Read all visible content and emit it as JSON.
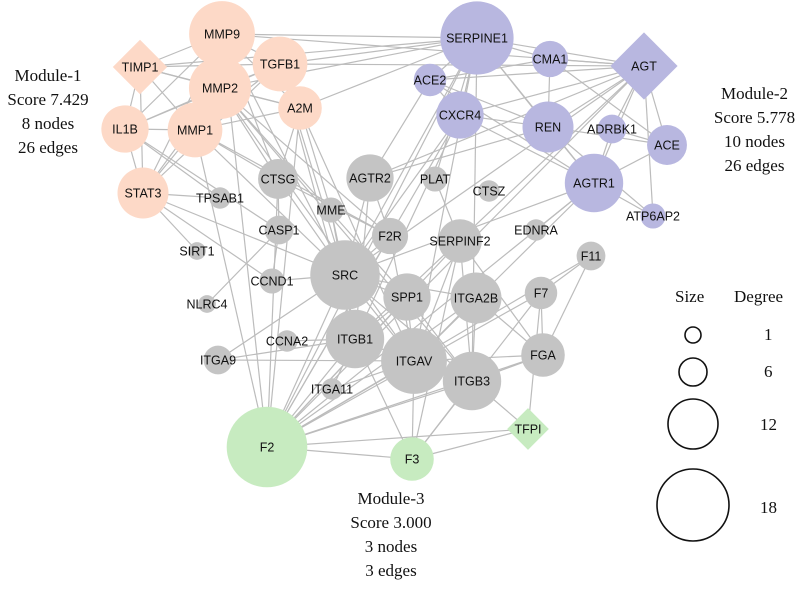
{
  "colors": {
    "module1": "#fdd9c7",
    "module2": "#b8b7e0",
    "module3": "#c7ebc0",
    "other": "#c4c4c4",
    "edge": "#bcbcbc"
  },
  "modules": [
    {
      "id": "module-1",
      "lines": [
        "Module-1",
        "Score 7.429",
        "8 nodes",
        "26 edges"
      ]
    },
    {
      "id": "module-2",
      "lines": [
        "Module-2",
        "Score 5.778",
        "10 nodes",
        "26 edges"
      ]
    },
    {
      "id": "module-3",
      "lines": [
        "Module-3",
        "Score 3.000",
        "3 nodes",
        "3 edges"
      ]
    }
  ],
  "legend": {
    "size_header": "Size",
    "degree_header": "Degree",
    "items": [
      {
        "degree": "1"
      },
      {
        "degree": "6"
      },
      {
        "degree": "12"
      },
      {
        "degree": "18"
      }
    ]
  },
  "nodes": [
    {
      "id": "MMP9",
      "group": "module1",
      "shape": "circle",
      "degree": 14
    },
    {
      "id": "TIMP1",
      "group": "module1",
      "shape": "diamond",
      "degree": 9
    },
    {
      "id": "TGFB1",
      "group": "module1",
      "shape": "circle",
      "degree": 11
    },
    {
      "id": "MMP2",
      "group": "module1",
      "shape": "circle",
      "degree": 13
    },
    {
      "id": "IL1B",
      "group": "module1",
      "shape": "circle",
      "degree": 9
    },
    {
      "id": "MMP1",
      "group": "module1",
      "shape": "circle",
      "degree": 11
    },
    {
      "id": "A2M",
      "group": "module1",
      "shape": "circle",
      "degree": 8
    },
    {
      "id": "STAT3",
      "group": "module1",
      "shape": "circle",
      "degree": 10
    },
    {
      "id": "SERPINE1",
      "group": "module2",
      "shape": "circle",
      "degree": 16
    },
    {
      "id": "CMA1",
      "group": "module2",
      "shape": "circle",
      "degree": 6
    },
    {
      "id": "AGT",
      "group": "module2",
      "shape": "diamond",
      "degree": 12
    },
    {
      "id": "ACE2",
      "group": "module2",
      "shape": "circle",
      "degree": 5
    },
    {
      "id": "CXCR4",
      "group": "module2",
      "shape": "circle",
      "degree": 9
    },
    {
      "id": "REN",
      "group": "module2",
      "shape": "circle",
      "degree": 10
    },
    {
      "id": "ADRBK1",
      "group": "module2",
      "shape": "circle",
      "degree": 4
    },
    {
      "id": "ACE",
      "group": "module2",
      "shape": "circle",
      "degree": 7
    },
    {
      "id": "AGTR1",
      "group": "module2",
      "shape": "circle",
      "degree": 12
    },
    {
      "id": "ATP6AP2",
      "group": "module2",
      "shape": "circle",
      "degree": 3
    },
    {
      "id": "CTSG",
      "group": "other",
      "shape": "circle",
      "degree": 7
    },
    {
      "id": "AGTR2",
      "group": "other",
      "shape": "circle",
      "degree": 9
    },
    {
      "id": "PLAT",
      "group": "other",
      "shape": "circle",
      "degree": 3
    },
    {
      "id": "CTSZ",
      "group": "other",
      "shape": "circle",
      "degree": 2
    },
    {
      "id": "TPSAB1",
      "group": "other",
      "shape": "circle",
      "degree": 2
    },
    {
      "id": "MME",
      "group": "other",
      "shape": "circle",
      "degree": 3
    },
    {
      "id": "CASP1",
      "group": "other",
      "shape": "circle",
      "degree": 4
    },
    {
      "id": "F2R",
      "group": "other",
      "shape": "circle",
      "degree": 6
    },
    {
      "id": "SERPINF2",
      "group": "other",
      "shape": "circle",
      "degree": 8
    },
    {
      "id": "EDNRA",
      "group": "other",
      "shape": "circle",
      "degree": 2
    },
    {
      "id": "SIRT1",
      "group": "other",
      "shape": "circle",
      "degree": 1
    },
    {
      "id": "F11",
      "group": "other",
      "shape": "circle",
      "degree": 4
    },
    {
      "id": "CCND1",
      "group": "other",
      "shape": "circle",
      "degree": 3
    },
    {
      "id": "SRC",
      "group": "other",
      "shape": "circle",
      "degree": 15
    },
    {
      "id": "NLRC4",
      "group": "other",
      "shape": "circle",
      "degree": 1
    },
    {
      "id": "SPP1",
      "group": "other",
      "shape": "circle",
      "degree": 9
    },
    {
      "id": "ITGA2B",
      "group": "other",
      "shape": "circle",
      "degree": 10
    },
    {
      "id": "F7",
      "group": "other",
      "shape": "circle",
      "degree": 5
    },
    {
      "id": "CCNA2",
      "group": "other",
      "shape": "circle",
      "degree": 2
    },
    {
      "id": "ITGB1",
      "group": "other",
      "shape": "circle",
      "degree": 12
    },
    {
      "id": "ITGA9",
      "group": "other",
      "shape": "circle",
      "degree": 4
    },
    {
      "id": "ITGAV",
      "group": "other",
      "shape": "circle",
      "degree": 14
    },
    {
      "id": "FGA",
      "group": "other",
      "shape": "circle",
      "degree": 8
    },
    {
      "id": "ITGA11",
      "group": "other",
      "shape": "circle",
      "degree": 2
    },
    {
      "id": "ITGB3",
      "group": "other",
      "shape": "circle",
      "degree": 12
    },
    {
      "id": "F2",
      "group": "module3",
      "shape": "circle",
      "degree": 18
    },
    {
      "id": "F3",
      "group": "module3",
      "shape": "circle",
      "degree": 8
    },
    {
      "id": "TFPI",
      "group": "module3",
      "shape": "diamond",
      "degree": 6
    }
  ],
  "edges": [
    [
      "MMP9",
      "TIMP1"
    ],
    [
      "MMP9",
      "TGFB1"
    ],
    [
      "MMP9",
      "MMP2"
    ],
    [
      "MMP9",
      "IL1B"
    ],
    [
      "MMP9",
      "MMP1"
    ],
    [
      "MMP9",
      "A2M"
    ],
    [
      "MMP9",
      "STAT3"
    ],
    [
      "MMP9",
      "SERPINE1"
    ],
    [
      "MMP9",
      "CTSG"
    ],
    [
      "MMP9",
      "SRC"
    ],
    [
      "MMP9",
      "AGT"
    ],
    [
      "MMP9",
      "F2"
    ],
    [
      "TIMP1",
      "MMP2"
    ],
    [
      "TIMP1",
      "MMP1"
    ],
    [
      "TIMP1",
      "IL1B"
    ],
    [
      "TIMP1",
      "TGFB1"
    ],
    [
      "TIMP1",
      "STAT3"
    ],
    [
      "TIMP1",
      "A2M"
    ],
    [
      "TIMP1",
      "SERPINE1"
    ],
    [
      "TGFB1",
      "MMP2"
    ],
    [
      "TGFB1",
      "MMP1"
    ],
    [
      "TGFB1",
      "IL1B"
    ],
    [
      "TGFB1",
      "STAT3"
    ],
    [
      "TGFB1",
      "SERPINE1"
    ],
    [
      "TGFB1",
      "A2M"
    ],
    [
      "TGFB1",
      "SRC"
    ],
    [
      "TGFB1",
      "ITGB1"
    ],
    [
      "TGFB1",
      "ITGAV"
    ],
    [
      "TGFB1",
      "AGT"
    ],
    [
      "MMP2",
      "MMP1"
    ],
    [
      "MMP2",
      "IL1B"
    ],
    [
      "MMP2",
      "A2M"
    ],
    [
      "MMP2",
      "STAT3"
    ],
    [
      "MMP2",
      "ITGAV"
    ],
    [
      "MMP2",
      "SERPINE1"
    ],
    [
      "MMP2",
      "SPP1"
    ],
    [
      "MMP2",
      "ITGB3"
    ],
    [
      "MMP2",
      "CTSG"
    ],
    [
      "MMP2",
      "F2R"
    ],
    [
      "IL1B",
      "MMP1"
    ],
    [
      "IL1B",
      "STAT3"
    ],
    [
      "IL1B",
      "CASP1"
    ],
    [
      "IL1B",
      "TPSAB1"
    ],
    [
      "MMP1",
      "A2M"
    ],
    [
      "MMP1",
      "STAT3"
    ],
    [
      "MMP1",
      "CTSG"
    ],
    [
      "MMP1",
      "F2"
    ],
    [
      "MMP1",
      "SRC"
    ],
    [
      "MMP1",
      "F2R"
    ],
    [
      "A2M",
      "SERPINE1"
    ],
    [
      "A2M",
      "MME"
    ],
    [
      "A2M",
      "F2"
    ],
    [
      "A2M",
      "CTSG"
    ],
    [
      "STAT3",
      "SRC"
    ],
    [
      "STAT3",
      "CCND1"
    ],
    [
      "STAT3",
      "SIRT1"
    ],
    [
      "STAT3",
      "TPSAB1"
    ],
    [
      "SERPINE1",
      "CMA1"
    ],
    [
      "SERPINE1",
      "AGT"
    ],
    [
      "SERPINE1",
      "ACE2"
    ],
    [
      "SERPINE1",
      "CXCR4"
    ],
    [
      "SERPINE1",
      "REN"
    ],
    [
      "SERPINE1",
      "AGTR1"
    ],
    [
      "SERPINE1",
      "ITGB3"
    ],
    [
      "SERPINE1",
      "PLAT"
    ],
    [
      "SERPINE1",
      "F2"
    ],
    [
      "SERPINE1",
      "ITGAV"
    ],
    [
      "SERPINE1",
      "SRC"
    ],
    [
      "CMA1",
      "AGT"
    ],
    [
      "CMA1",
      "ACE2"
    ],
    [
      "CMA1",
      "REN"
    ],
    [
      "CMA1",
      "ACE"
    ],
    [
      "AGT",
      "ACE2"
    ],
    [
      "AGT",
      "REN"
    ],
    [
      "AGT",
      "ACE"
    ],
    [
      "AGT",
      "AGTR1"
    ],
    [
      "AGT",
      "ADRBK1"
    ],
    [
      "AGT",
      "ATP6AP2"
    ],
    [
      "AGT",
      "CXCR4"
    ],
    [
      "AGT",
      "AGTR2"
    ],
    [
      "AGT",
      "SRC"
    ],
    [
      "AGT",
      "F2"
    ],
    [
      "AGT",
      "ITGB1"
    ],
    [
      "ACE2",
      "REN"
    ],
    [
      "ACE2",
      "AGTR1"
    ],
    [
      "ACE2",
      "CXCR4"
    ],
    [
      "ACE2",
      "AGTR2"
    ],
    [
      "CXCR4",
      "REN"
    ],
    [
      "CXCR4",
      "SRC"
    ],
    [
      "CXCR4",
      "ITGB1"
    ],
    [
      "CXCR4",
      "AGTR1"
    ],
    [
      "CXCR4",
      "F2"
    ],
    [
      "REN",
      "ACE"
    ],
    [
      "REN",
      "AGTR1"
    ],
    [
      "REN",
      "ATP6AP2"
    ],
    [
      "REN",
      "AGTR2"
    ],
    [
      "ADRBK1",
      "AGTR1"
    ],
    [
      "ADRBK1",
      "ACE"
    ],
    [
      "ACE",
      "AGTR1"
    ],
    [
      "AGTR1",
      "ATP6AP2"
    ],
    [
      "AGTR1",
      "SRC"
    ],
    [
      "AGTR1",
      "ITGAV"
    ],
    [
      "AGTR1",
      "F2"
    ],
    [
      "AGTR1",
      "EDNRA"
    ],
    [
      "CTSG",
      "F2R"
    ],
    [
      "CTSG",
      "SRC"
    ],
    [
      "CTSG",
      "CASP1"
    ],
    [
      "CTSG",
      "F2"
    ],
    [
      "AGTR2",
      "SRC"
    ],
    [
      "AGTR2",
      "F2R"
    ],
    [
      "AGTR2",
      "ITGB1"
    ],
    [
      "MME",
      "ITGB1"
    ],
    [
      "MME",
      "SRC"
    ],
    [
      "CASP1",
      "NLRC4"
    ],
    [
      "CASP1",
      "CCND1"
    ],
    [
      "F2R",
      "F2"
    ],
    [
      "F2R",
      "SRC"
    ],
    [
      "F2R",
      "ITGAV"
    ],
    [
      "SERPINF2",
      "F2"
    ],
    [
      "SERPINF2",
      "ITGB3"
    ],
    [
      "SERPINF2",
      "FGA"
    ],
    [
      "SERPINF2",
      "ITGAV"
    ],
    [
      "SERPINF2",
      "F3"
    ],
    [
      "SERPINF2",
      "PLAT"
    ],
    [
      "F11",
      "F2"
    ],
    [
      "F11",
      "F7"
    ],
    [
      "F11",
      "FGA"
    ],
    [
      "CCND1",
      "SRC"
    ],
    [
      "SRC",
      "ITGB1"
    ],
    [
      "SRC",
      "ITGAV"
    ],
    [
      "SRC",
      "ITGB3"
    ],
    [
      "SRC",
      "SPP1"
    ],
    [
      "SRC",
      "ITGA2B"
    ],
    [
      "SRC",
      "F2"
    ],
    [
      "SRC",
      "ITGA9"
    ],
    [
      "SPP1",
      "ITGAV"
    ],
    [
      "SPP1",
      "ITGB1"
    ],
    [
      "SPP1",
      "ITGB3"
    ],
    [
      "SPP1",
      "F2"
    ],
    [
      "ITGA2B",
      "ITGB3"
    ],
    [
      "ITGA2B",
      "FGA"
    ],
    [
      "ITGA2B",
      "ITGAV"
    ],
    [
      "ITGA2B",
      "F2"
    ],
    [
      "F7",
      "F3"
    ],
    [
      "F7",
      "FGA"
    ],
    [
      "F7",
      "F2"
    ],
    [
      "F7",
      "TFPI"
    ],
    [
      "CCNA2",
      "ITGB1"
    ],
    [
      "ITGB1",
      "ITGAV"
    ],
    [
      "ITGB1",
      "ITGA9"
    ],
    [
      "ITGB1",
      "ITGA11"
    ],
    [
      "ITGB1",
      "F2"
    ],
    [
      "ITGB1",
      "F3"
    ],
    [
      "ITGA9",
      "ITGAV"
    ],
    [
      "ITGAV",
      "ITGB3"
    ],
    [
      "ITGAV",
      "FGA"
    ],
    [
      "ITGAV",
      "F2"
    ],
    [
      "ITGAV",
      "F3"
    ],
    [
      "ITGAV",
      "ITGA11"
    ],
    [
      "FGA",
      "ITGB3"
    ],
    [
      "FGA",
      "F2"
    ],
    [
      "ITGB3",
      "F2"
    ],
    [
      "ITGB3",
      "F3"
    ],
    [
      "ITGB3",
      "TFPI"
    ],
    [
      "F2",
      "F3"
    ],
    [
      "F2",
      "TFPI"
    ],
    [
      "F3",
      "TFPI"
    ]
  ]
}
